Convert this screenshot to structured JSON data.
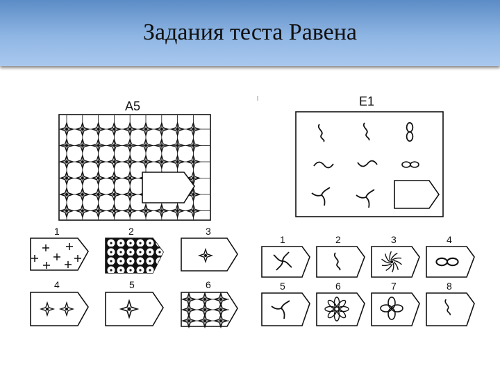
{
  "slide": {
    "title": "Задания теста Равена"
  },
  "tasks": {
    "a5": {
      "label": "A5",
      "options": [
        "1",
        "2",
        "3",
        "4",
        "5",
        "6"
      ]
    },
    "e1": {
      "label": "E1",
      "options": [
        "1",
        "2",
        "3",
        "4",
        "5",
        "6",
        "7",
        "8"
      ]
    }
  },
  "colors": {
    "header_top": "#5c8cc6",
    "header_bottom": "#a9c8ee",
    "ink": "#111111"
  }
}
